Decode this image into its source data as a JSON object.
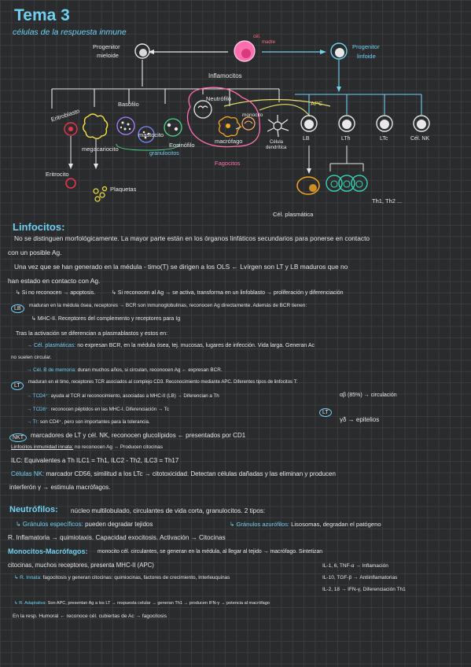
{
  "header": {
    "title": "Tema 3",
    "subtitle": "células de la respuesta inmune"
  },
  "diagram": {
    "progenitor_mieloide": [
      "Progenitor",
      "mieloide"
    ],
    "cel_madre": [
      "cél.",
      "madre"
    ],
    "progenitor_linfoide": [
      "Progenitor",
      "linfoide"
    ],
    "inflamacitos": "Inflamocitos",
    "apc": "APC",
    "eritroblasto": "Eritroblasto",
    "basofilo": "Basófilo",
    "neutrofilo": "Neutrófilo",
    "monocito": "monocito",
    "mastocito": "mastocito",
    "eosinofilo": "Eosinófilo",
    "granulocitos": "granulocitos",
    "macrofago": "macrófago",
    "celula_dendritica": [
      "Célula",
      "dendrítica"
    ],
    "fagocitos": "Fagocitos",
    "megacariocito": "megacariocito",
    "eritrocito": "Eritrocito",
    "plaquetas": "Plaquetas",
    "lb": "LB",
    "lth": "LTh",
    "ltc": "LTc",
    "cel_nk": "Cél. NK",
    "cel_plasmatica": "Cél. plasmática",
    "th": "Th1, Th2 ..."
  },
  "notes": {
    "linfocitos_title": "Linfocitos:",
    "l1": "No se distinguen morfológicamente. La mayor parte están en los órganos linfáticos secundarios para ponerse en contacto",
    "l2": "con un posible Ag.",
    "l3": "Una vez que se han generado en la médula - timo(T) se dirigen a los OLS ← Lvírgen son LT y LB maduros que no",
    "l4": "han estado en contacto con Ag.",
    "l5a": "↳ Si no reconocen → apoptosis.",
    "l5b": "↳ Si reconocen al Ag → se activa, transforma en un linfoblasto → proliferación y diferenciación",
    "lb_tag": "LB",
    "l6": "maduran en la médula ósea, receptores → BCR son inmunoglobulinas, reconocen Ag directamente. Además de BCR tienen:",
    "l7": "↳ MHC-II. Receptores del complemento y receptores para Ig",
    "l8": "Tras la activación se diferencian a plasmablastos y estos en:",
    "l9a": "→ Cél. plasmáticas:",
    "l9b": "no expresan BCR, en la médula ósea, tej. mucosas, lugares de infección. Vida larga. Generan Ac",
    "l10": "no suelen circular.",
    "l11a": "→ Cél. B de memoria:",
    "l11b": "duran muchos años, si circulan, reconocen Ag ← expresan BCR.",
    "lt_tag": "LT",
    "l12": "maduran en el timo, receptores TCR asociados al complejo CD3. Reconocimiento mediante APC. Diferentes tipos de linfocitos T:",
    "l13a": "→ TCD4⁺:",
    "l13b": "ayuda al TCR al reconocimiento, asociadas a MHC-II (LB) → Diferencian a Th",
    "l14a": "→ TCD8⁺:",
    "l14b": "reconocen péptidos en las MHC-I. Diferenciación → Tc",
    "l15a": "→ Tr:",
    "l15b": "son CD4⁺, pero son importantes para la tolerancia.",
    "lt_small": "LT",
    "ab": "αβ (85%) → circulación",
    "gd": "γδ → epitelios",
    "nkt_tag": "NKT",
    "l16": "marcadores de LT y cél. NK, reconocen glucolípidos ← presentados por CD1",
    "l17a": "Linfocitos inmunidad innata:",
    "l17b": "no reconocen Ag → Producen citocinas",
    "l18": "ILC: Equivalentes a Th     ILC1 = Th1, ILC2 - Th2, ILC3 = Th17",
    "l19a": "Células NK:",
    "l19b": "marcador CD56, similitud a los LTc → citotoxicidad. Detectan células dañadas y las eliminan y producen",
    "l20": "interferón γ → estimula macrófagos.",
    "neutro_title": "Neutrófilos:",
    "n1": "núcleo multilobulado, circulantes de vida corta, granulocitos. 2 tipos:",
    "n2a": "↳ Gránulos específicos:",
    "n2b": "pueden degradar tejidos",
    "n2c": "↳ Gránulos azurófilos:",
    "n2d": "Lisosomas, degradan el patógeno",
    "n3": "R. Inflamatoria → quimiotaxis. Capacidad exocitosis. Activación → Citocinas",
    "mono_title": "Monocitos-Macrófagos:",
    "m1": "monocito cél. circulantes, se generan en la médula, al llegar al tejido → macrófago. Sintetizan",
    "m2": "citocinas, muchos receptores, presenta MHC-II (APC)",
    "m3a": "↳ R. Innata:",
    "m3b": "fagocitosis y generan citocinas: quimiocinas, factores de crecimiento, Interleuquinas",
    "c1": "IL-1, 6, TNF-α → Inflamación",
    "c2": "IL-10, TGF-β → Antiinflamatorias",
    "c3": "IL-2, 18 → IFN-γ, Diferenciación Th1",
    "m4a": "↳ R. Adaptativa:",
    "m4b": "Son APC, presentan Ag a los LT → respuesta celular → generan Th1 → producen IFN-γ → potencia al macrófago",
    "m5": "En la resp. Humoral ← reconoce cél. cubiertas de Ac → fagocitosis"
  },
  "colors": {
    "background": "#2a2b2d",
    "accent_cyan": "#6fd0f0",
    "accent_pink": "#ff6fb0",
    "accent_yellow": "#e8dc6a",
    "accent_orange": "#f5a623",
    "accent_teal": "#39d0b4",
    "accent_red": "#e8344a"
  }
}
